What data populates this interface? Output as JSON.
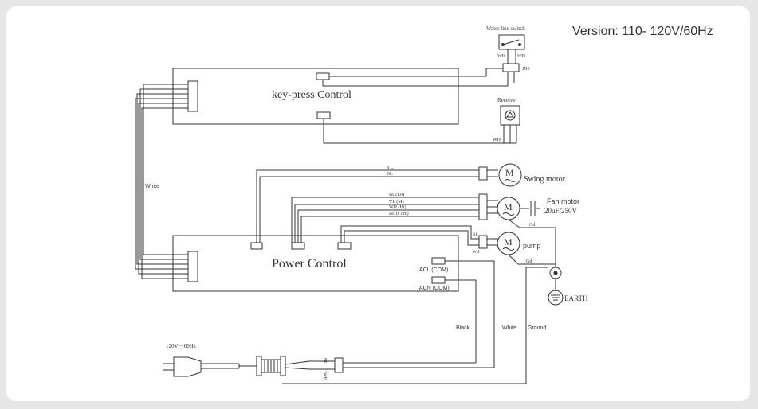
{
  "version": "Version: 110- 120V/60Hz",
  "boards": {
    "keypress": "key-press  Control",
    "power": "Power Control"
  },
  "water_switch": {
    "title": "Water line switch",
    "wire_left": "WH",
    "wire_right": "WH",
    "connector": "JN5"
  },
  "receiver": {
    "title": "Receiver",
    "wire": "WH"
  },
  "swing_motor": {
    "label": "Swing motor",
    "symbol": "M",
    "wires": [
      "YL",
      "BL"
    ]
  },
  "fan_motor": {
    "label": "Fan motor",
    "capacitor": "20uF/250V",
    "symbol": "M",
    "wires": [
      "BU(Lo)",
      "YL (M)",
      "WH (Hi)",
      "BL (Com)"
    ],
    "ground": "Gd"
  },
  "pump": {
    "label": "pump",
    "symbol": "M",
    "wire_top": "BR",
    "wire_bottom": "WH",
    "ground": "Gd"
  },
  "terminals": {
    "acl": "ACL (COM)",
    "acn": "ACN (COM)"
  },
  "earth": "EARTH",
  "harness_label": "White",
  "wires": {
    "black": "Black",
    "white": "White",
    "ground": "Ground"
  },
  "power_plug": {
    "rating": "120V ~ 60Hz",
    "wire_top": "BL",
    "wire_bottom": "WH"
  }
}
